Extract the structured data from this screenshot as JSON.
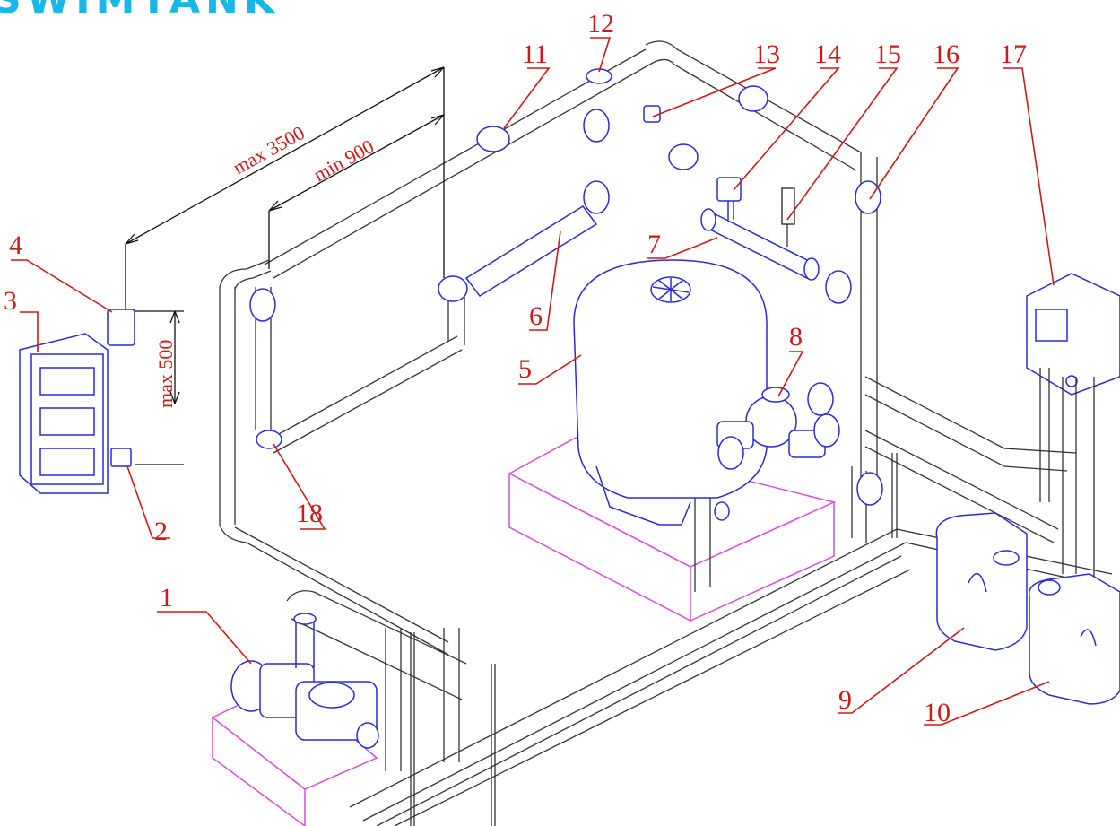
{
  "brand": {
    "text": "SWIMTANK",
    "color": "#19b6e8"
  },
  "dimensions": {
    "max_3500": "max 3500",
    "min_900": "min 900",
    "max_500": "max 500"
  },
  "labels": [
    "1",
    "2",
    "3",
    "4",
    "5",
    "6",
    "7",
    "8",
    "9",
    "10",
    "11",
    "12",
    "13",
    "14",
    "15",
    "16",
    "17",
    "18"
  ],
  "colors": {
    "leader": "#d01818",
    "equipment": "#2a2ad8",
    "pipe": "#333333",
    "pad": "#d84fd8"
  }
}
